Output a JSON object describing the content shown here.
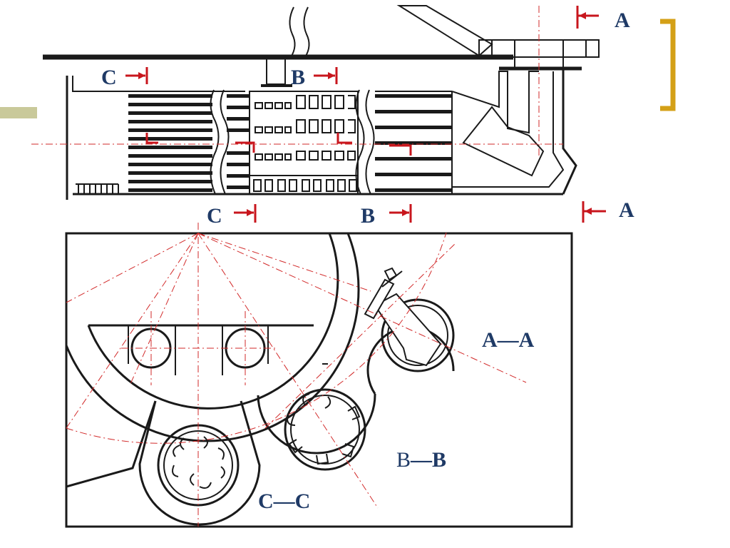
{
  "sections": {
    "a_top": "A",
    "a_bottom": "A",
    "b_top": "B",
    "b_bottom": "B",
    "c_top": "C",
    "c_bottom": "C"
  },
  "views": {
    "aa": "A—A",
    "bb_prefix": "B",
    "bb_suffix": "—B",
    "cc": "C—C"
  },
  "colors": {
    "outline": "#1a1a1a",
    "section_arrows": "#c8161d",
    "centerlines": "#d22a2a",
    "labels": "#1f3a66",
    "bracket": "#d4a017",
    "side_bar": "#c9c99a"
  }
}
